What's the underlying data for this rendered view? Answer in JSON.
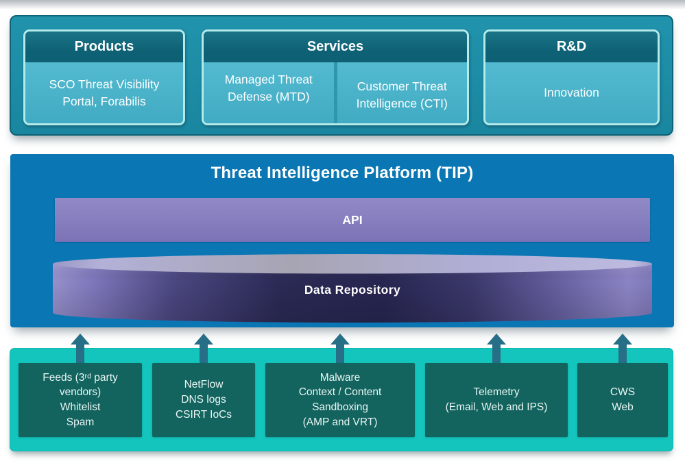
{
  "top_panel": {
    "cards": [
      {
        "header": "Products",
        "body_lines": [
          "SCO Threat Visibility",
          "Portal, Forabilis"
        ]
      },
      {
        "header": "Services",
        "cells": [
          {
            "lines": [
              "Managed Threat",
              "Defense (MTD)"
            ]
          },
          {
            "lines": [
              "Customer Threat",
              "Intelligence (CTI)"
            ]
          }
        ]
      },
      {
        "header": "R&D",
        "body_lines": [
          "Innovation"
        ]
      }
    ]
  },
  "platform": {
    "title": "Threat Intelligence Platform (TIP)",
    "api_label": "API",
    "repository_label": "Data Repository"
  },
  "sources": {
    "boxes": [
      {
        "lines": [
          "Feeds (3ʳᵈ party",
          "vendors)",
          "Whitelist",
          "Spam"
        ]
      },
      {
        "lines": [
          "NetFlow",
          "DNS logs",
          "CSIRT IoCs"
        ]
      },
      {
        "lines": [
          "Malware",
          "Context / Content",
          "Sandboxing",
          "(AMP and VRT)"
        ]
      },
      {
        "lines": [
          "Telemetry",
          "(Email, Web and IPS)"
        ]
      },
      {
        "lines": [
          "CWS",
          "Web"
        ]
      }
    ]
  },
  "colors": {
    "teal_panel": "#2193ac",
    "card_header": "#0e6174",
    "card_body": "#41abc3",
    "card_border": "#b3ebea",
    "divider": "#2e97ac",
    "platform_blue": "#0a76b4",
    "api_purple": "#7c73b6",
    "repository_dark": "#2b2a55",
    "repository_light": "#8d86c6",
    "source_panel": "#13c5bd",
    "source_box": "#13635e",
    "arrow": "#276e87"
  }
}
